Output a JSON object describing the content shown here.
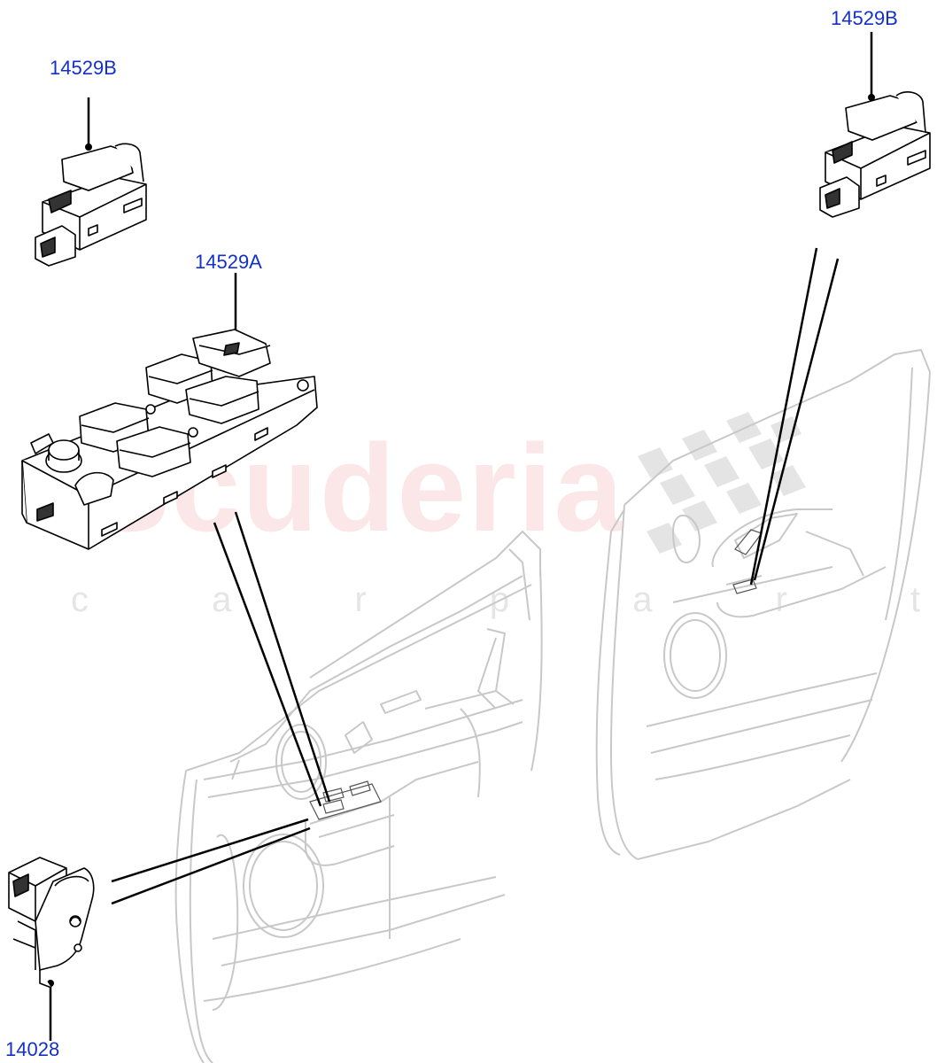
{
  "callouts": {
    "switch_b_left": "14529B",
    "switch_b_right": "14529B",
    "switch_a": "14529A",
    "lock_switch": "14028"
  },
  "watermark": {
    "brand": "Scuderia",
    "sub": "c a r p a r t s"
  },
  "colors": {
    "callout_text": "#1530c8",
    "leader_lines": "#000000",
    "door_outline": "#c8c8c8",
    "part_outline": "#000000",
    "watermark": "#eb7878"
  }
}
